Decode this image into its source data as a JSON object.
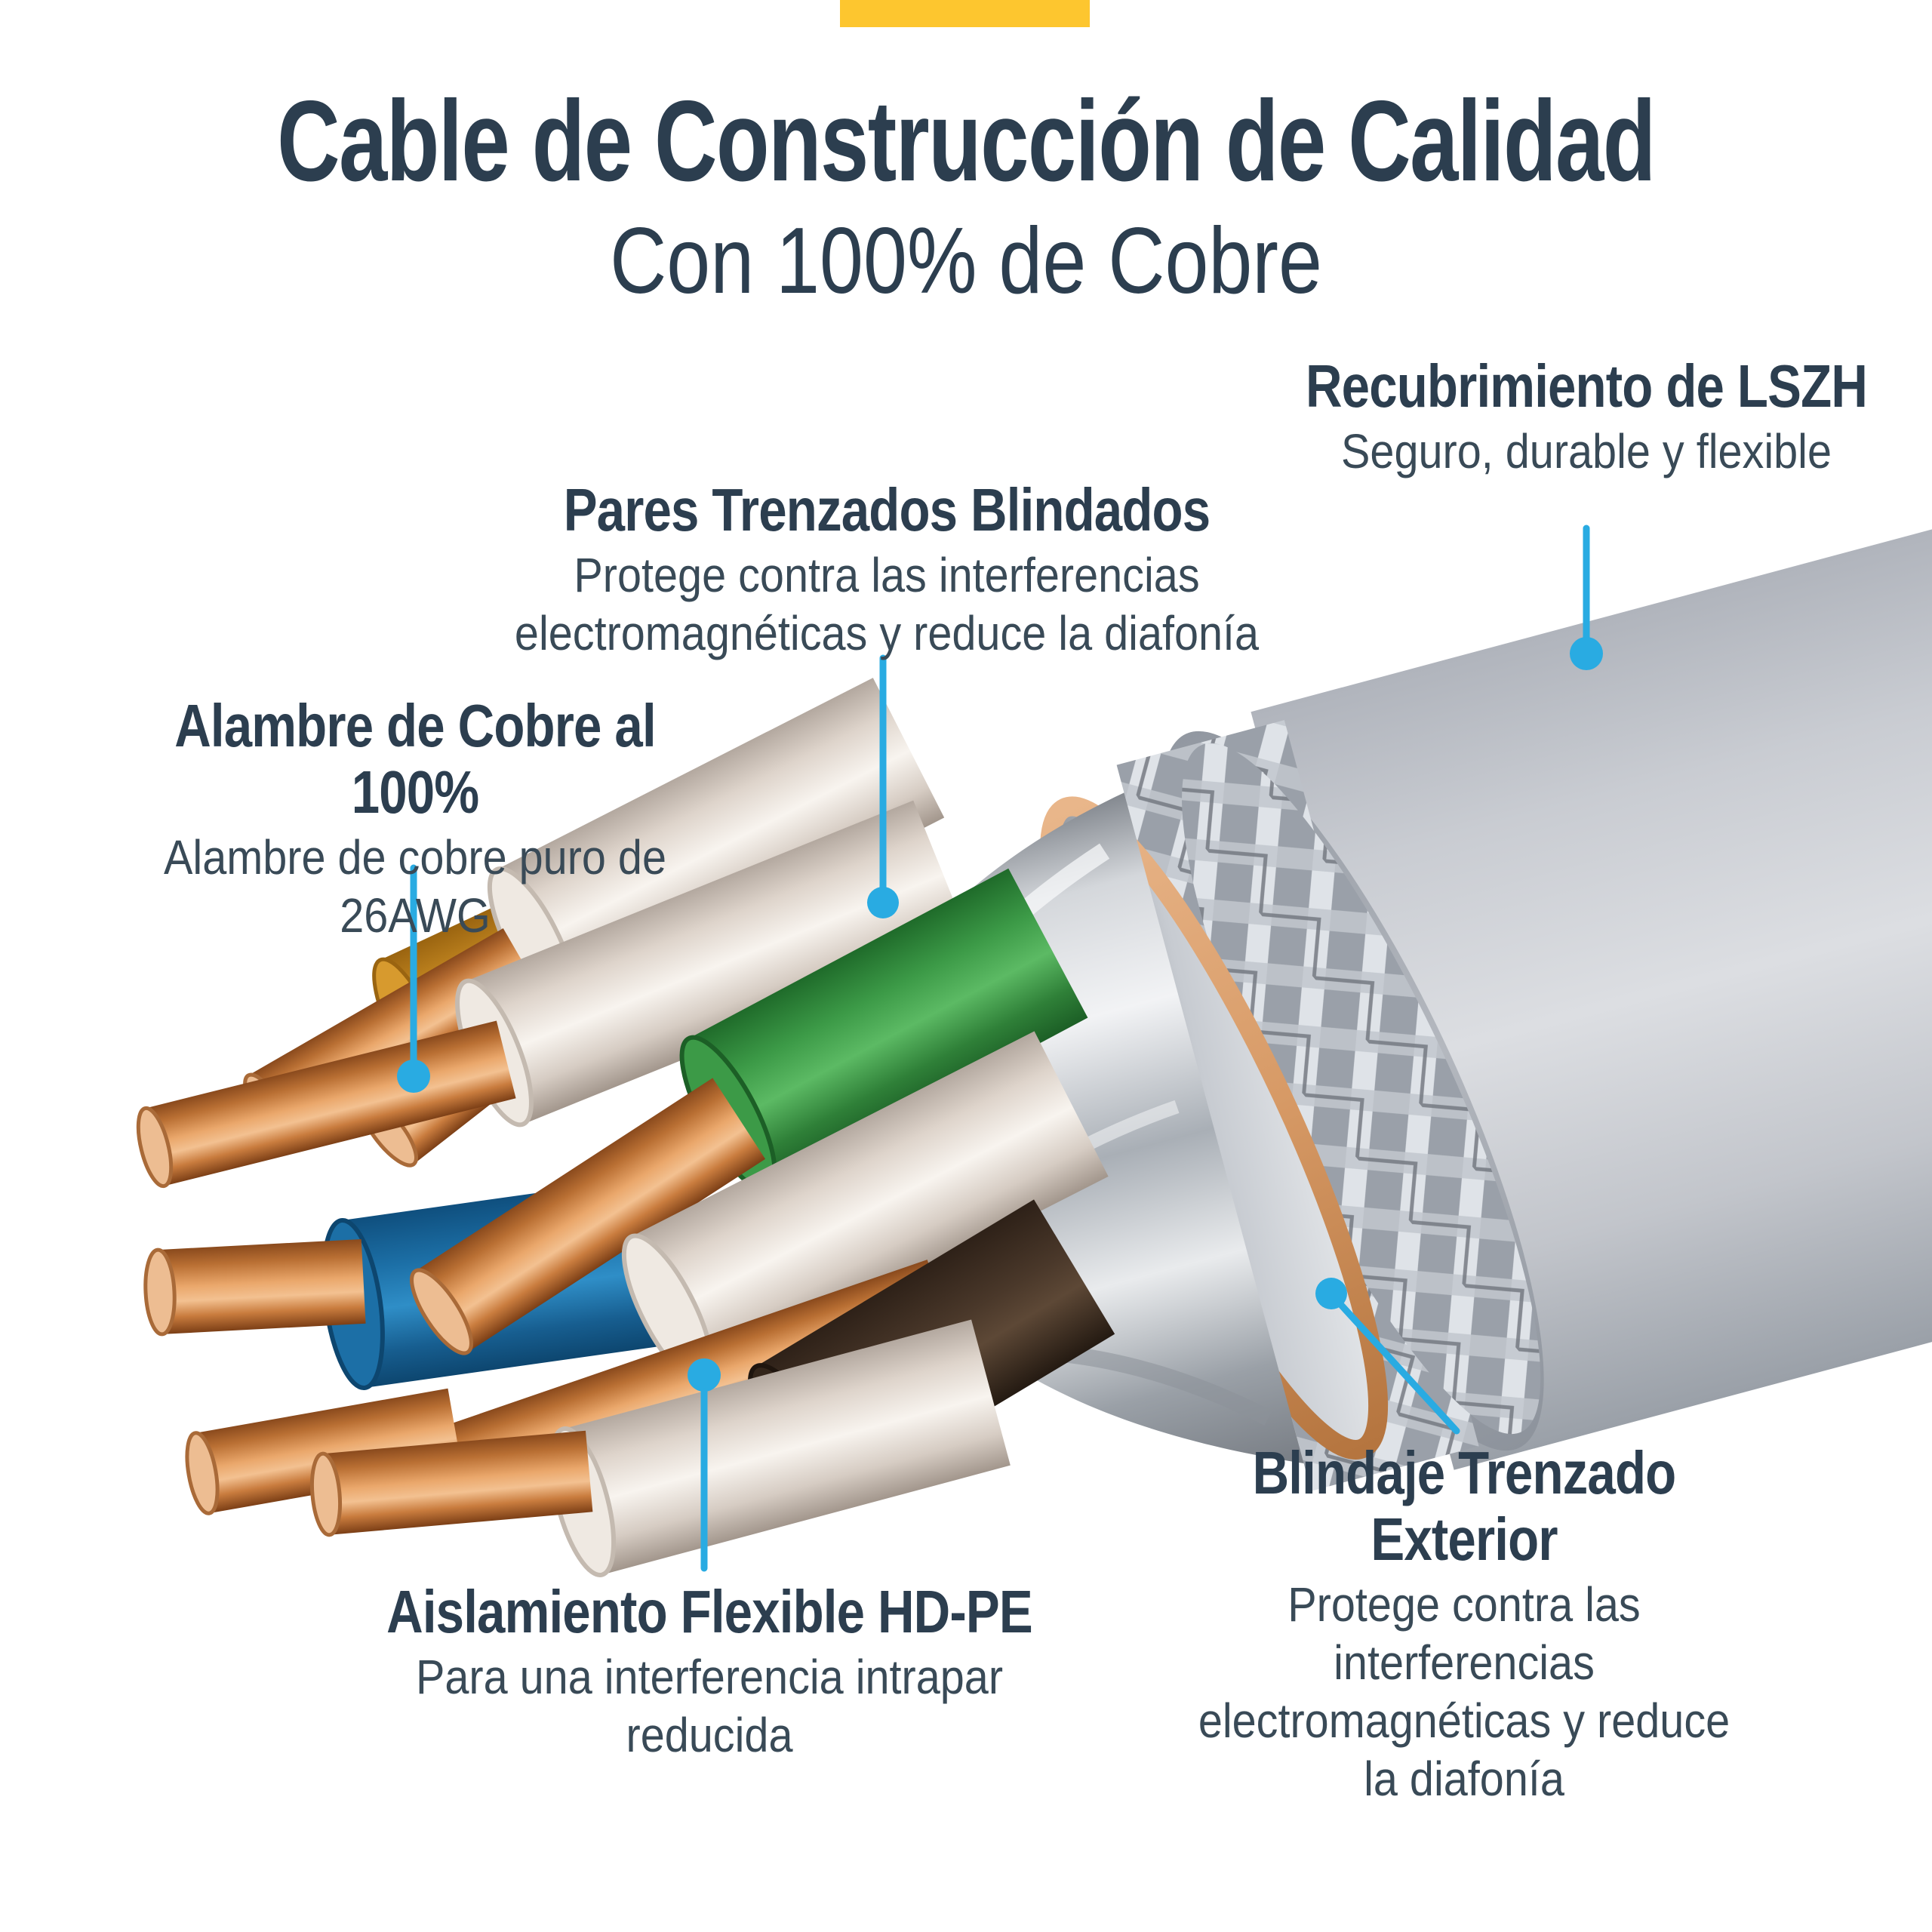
{
  "title": {
    "line1": "Cable de Construcción de Calidad",
    "line2": "Con 100% de Cobre"
  },
  "callouts": {
    "lszh": {
      "heading": "Recubrimiento de LSZH",
      "body1": "Seguro, durable y flexible"
    },
    "pares": {
      "heading": "Pares Trenzados Blindados",
      "body1": "Protege contra las interferencias",
      "body2": "electromagnéticas y reduce la diafonía"
    },
    "alambre": {
      "heading": "Alambre de Cobre al 100%",
      "body1": "Alambre de cobre puro de",
      "body2": "26AWG"
    },
    "aislamiento": {
      "heading": "Aislamiento Flexible HD-PE",
      "body1": "Para una interferencia intrapar",
      "body2": "reducida"
    },
    "blindaje": {
      "heading1": "Blindaje Trenzado",
      "heading2": "Exterior",
      "body1": "Protege contra las",
      "body2": "interferencias",
      "body3": "electromagnéticas y reduce",
      "body4": "la diafonía"
    }
  },
  "colors": {
    "accent": "#29abe2",
    "navy": "#2c3e4f",
    "subtext": "#394a57",
    "yellow": "#fdc62f",
    "jacket": "#c6c9cf",
    "copper": "#cf9160"
  }
}
